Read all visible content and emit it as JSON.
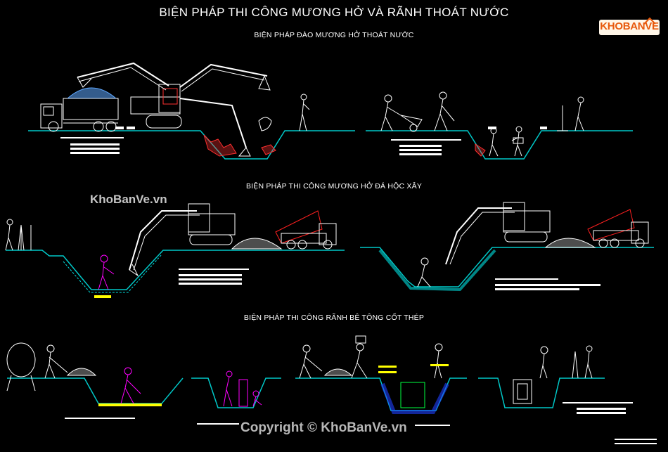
{
  "diagram": {
    "title": "BIỆN PHÁP THI CÔNG MƯƠNG HỞ VÀ RÃNH THOÁT NƯỚC",
    "sections": [
      {
        "id": "excavation",
        "title": "BIỆN PHÁP ĐÀO MƯƠNG HỞ THOÁT NƯỚC"
      },
      {
        "id": "rubble-masonry",
        "title": "BIỆN PHÁP THI CÔNG MƯƠNG HỞ ĐÁ HỘC XÂY"
      },
      {
        "id": "reinforced-concrete",
        "title": "BIỆN PHÁP THI CÔNG RÃNH BÊ TÔNG CỐT THÉP"
      }
    ],
    "watermarks": {
      "site_mid": "KhoBanVe.vn",
      "copyright": "Copyright © KhoBanVe.vn"
    },
    "logo": {
      "text": "KHOBANVE"
    },
    "colors": {
      "background": "#000000",
      "line": "#ffffff",
      "ground": "#00c8c8",
      "soil": "#ff3030",
      "worker": "#ff00ff",
      "truck_bed": "#ff2020",
      "gravel": "#5fa8ff",
      "stone": "#00e0e0",
      "concrete_blue": "#2040ff",
      "rebar_green": "#00ff40",
      "label_yellow": "#ffff00",
      "logo": "#e8590c"
    }
  }
}
